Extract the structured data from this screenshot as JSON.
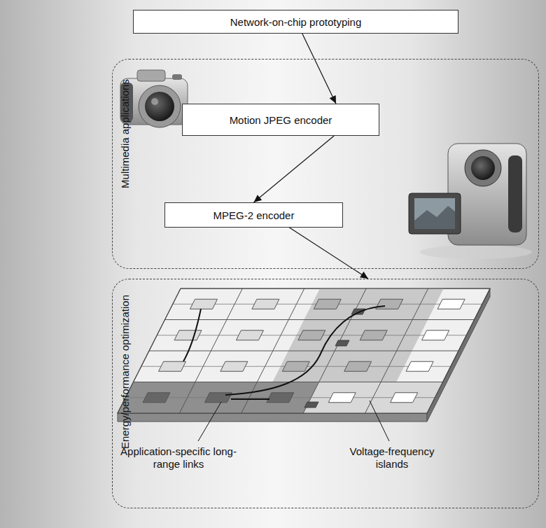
{
  "diagram": {
    "nodes": [
      {
        "text": [
          "Network-on-chip prototyping"
        ]
      },
      {
        "text": [
          "Multimedia applications"
        ]
      },
      {
        "text": [
          "Motion JPEG encoder"
        ],
        "in": 1
      },
      {
        "text": [
          "MPEG-2 encoder"
        ],
        "in": 1
      },
      {
        "text": [
          "Energy/performance optimization"
        ]
      }
    ],
    "edges": [
      {
        "from": 0,
        "to": 2,
        "arrow": "to"
      },
      {
        "from": 2,
        "to": 3,
        "arrow": "to"
      },
      {
        "from": 3,
        "to": 4,
        "arrow": "to"
      }
    ],
    "labels": [
      "Application-specific long-range links",
      "Voltage-frequency islands"
    ]
  }
}
